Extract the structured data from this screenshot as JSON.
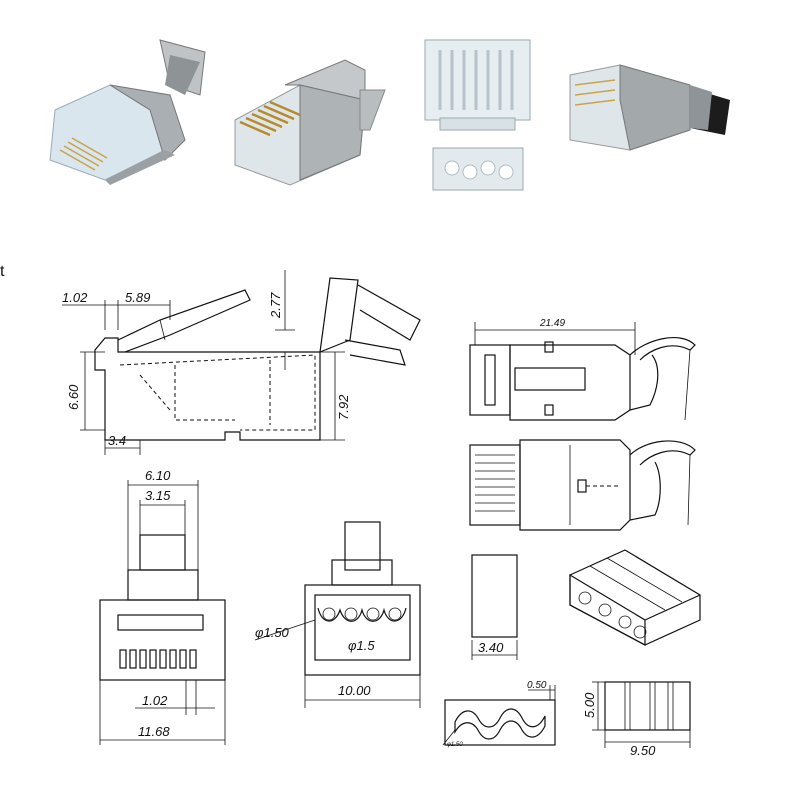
{
  "photos": {
    "count": 4
  },
  "side_view": {
    "dim_a": "1.02",
    "dim_b": "5.89",
    "dim_c": "2.77",
    "dim_d": "6.60",
    "dim_e": "7.92",
    "dim_f": "3.4"
  },
  "top_view": {
    "dim_length": "21.49"
  },
  "front_view": {
    "dim_top": "6.10",
    "dim_mid": "3.15",
    "dim_pitch": "1.02",
    "dim_width": "11.68"
  },
  "rear_view": {
    "dim_hole": "φ1.50",
    "dim_inner": "φ1.5",
    "dim_width": "10.00"
  },
  "insert": {
    "dim_depth": "3.40",
    "dim_wall": "0.50",
    "dim_small": "φ1.50",
    "dim_height": "5.00",
    "dim_width": "9.50"
  },
  "corner_mark": "t"
}
